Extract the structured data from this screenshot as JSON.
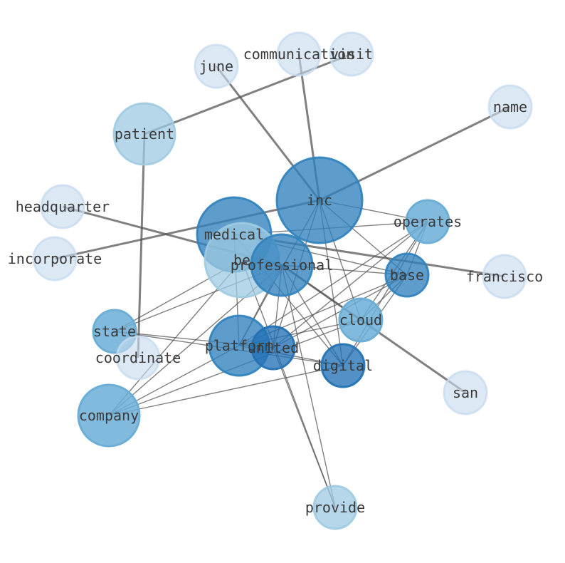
{
  "chart_data": {
    "type": "network",
    "title": "",
    "colors": {
      "very_light": "#c6dbef",
      "light": "#9ecae1",
      "medium": "#6baed6",
      "dark": "#3182bd",
      "darker": "#2171b5",
      "edge": "#555555",
      "label": "#3a3a3a"
    },
    "nodes": [
      {
        "id": "communication",
        "label": "communication",
        "shade": "very_light",
        "weight": 1
      },
      {
        "id": "visit",
        "label": "visit",
        "shade": "very_light",
        "weight": 1
      },
      {
        "id": "june",
        "label": "june",
        "shade": "very_light",
        "weight": 1
      },
      {
        "id": "name",
        "label": "name",
        "shade": "very_light",
        "weight": 1
      },
      {
        "id": "patient",
        "label": "patient",
        "shade": "light",
        "weight": 2
      },
      {
        "id": "headquarter",
        "label": "headquarter",
        "shade": "very_light",
        "weight": 1
      },
      {
        "id": "incorporate",
        "label": "incorporate",
        "shade": "very_light",
        "weight": 1
      },
      {
        "id": "inc",
        "label": "inc",
        "shade": "dark",
        "weight": 11
      },
      {
        "id": "operates",
        "label": "operates",
        "shade": "medium",
        "weight": 6
      },
      {
        "id": "medical",
        "label": "medical",
        "shade": "dark",
        "weight": 6
      },
      {
        "id": "be",
        "label": "be",
        "shade": "light",
        "weight": 4
      },
      {
        "id": "professional",
        "label": "professional",
        "shade": "dark",
        "weight": 9
      },
      {
        "id": "base",
        "label": "base",
        "shade": "dark",
        "weight": 7
      },
      {
        "id": "francisco",
        "label": "francisco",
        "shade": "very_light",
        "weight": 1
      },
      {
        "id": "cloud",
        "label": "cloud",
        "shade": "medium",
        "weight": 6
      },
      {
        "id": "state",
        "label": "state",
        "shade": "medium",
        "weight": 5
      },
      {
        "id": "coordinate",
        "label": "coordinate",
        "shade": "very_light",
        "weight": 1
      },
      {
        "id": "platform",
        "label": "platform",
        "shade": "dark",
        "weight": 7
      },
      {
        "id": "united",
        "label": "united",
        "shade": "darker",
        "weight": 6
      },
      {
        "id": "digital",
        "label": "digital",
        "shade": "darker",
        "weight": 8
      },
      {
        "id": "company",
        "label": "company",
        "shade": "medium",
        "weight": 4
      },
      {
        "id": "san",
        "label": "san",
        "shade": "very_light",
        "weight": 1
      },
      {
        "id": "provide",
        "label": "provide",
        "shade": "light",
        "weight": 2
      }
    ],
    "edges": [
      {
        "source": "communication",
        "target": "inc",
        "weight": 2
      },
      {
        "source": "visit",
        "target": "patient",
        "weight": 2
      },
      {
        "source": "june",
        "target": "inc",
        "weight": 2
      },
      {
        "source": "name",
        "target": "inc",
        "weight": 2
      },
      {
        "source": "incorporate",
        "target": "inc",
        "weight": 2
      },
      {
        "source": "patient",
        "target": "coordinate",
        "weight": 2
      },
      {
        "source": "headquarter",
        "target": "professional",
        "weight": 2
      },
      {
        "source": "francisco",
        "target": "medical",
        "weight": 2
      },
      {
        "source": "san",
        "target": "professional",
        "weight": 2
      },
      {
        "source": "inc",
        "target": "operates",
        "weight": 1
      },
      {
        "source": "inc",
        "target": "base",
        "weight": 1
      },
      {
        "source": "inc",
        "target": "cloud",
        "weight": 1
      },
      {
        "source": "inc",
        "target": "digital",
        "weight": 1
      },
      {
        "source": "inc",
        "target": "platform",
        "weight": 1
      },
      {
        "source": "inc",
        "target": "united",
        "weight": 1
      },
      {
        "source": "operates",
        "target": "medical",
        "weight": 1
      },
      {
        "source": "operates",
        "target": "cloud",
        "weight": 1
      },
      {
        "source": "operates",
        "target": "digital",
        "weight": 1
      },
      {
        "source": "operates",
        "target": "platform",
        "weight": 1
      },
      {
        "source": "operates",
        "target": "united",
        "weight": 1
      },
      {
        "source": "operates",
        "target": "base",
        "weight": 1
      },
      {
        "source": "medical",
        "target": "base",
        "weight": 1
      },
      {
        "source": "medical",
        "target": "platform",
        "weight": 1
      },
      {
        "source": "medical",
        "target": "digital",
        "weight": 1
      },
      {
        "source": "professional",
        "target": "base",
        "weight": 1
      },
      {
        "source": "professional",
        "target": "cloud",
        "weight": 1
      },
      {
        "source": "professional",
        "target": "digital",
        "weight": 1
      },
      {
        "source": "professional",
        "target": "united",
        "weight": 1
      },
      {
        "source": "professional",
        "target": "platform",
        "weight": 1
      },
      {
        "source": "professional",
        "target": "state",
        "weight": 1
      },
      {
        "source": "professional",
        "target": "provide",
        "weight": 1
      },
      {
        "source": "professional",
        "target": "company",
        "weight": 1
      },
      {
        "source": "be",
        "target": "company",
        "weight": 1
      },
      {
        "source": "be",
        "target": "state",
        "weight": 1
      },
      {
        "source": "be",
        "target": "provide",
        "weight": 1
      },
      {
        "source": "base",
        "target": "cloud",
        "weight": 1
      },
      {
        "source": "base",
        "target": "digital",
        "weight": 1
      },
      {
        "source": "base",
        "target": "platform",
        "weight": 1
      },
      {
        "source": "base",
        "target": "united",
        "weight": 1
      },
      {
        "source": "cloud",
        "target": "platform",
        "weight": 1
      },
      {
        "source": "cloud",
        "target": "company",
        "weight": 1
      },
      {
        "source": "state",
        "target": "digital",
        "weight": 1
      },
      {
        "source": "state",
        "target": "united",
        "weight": 1
      },
      {
        "source": "platform",
        "target": "digital",
        "weight": 1
      },
      {
        "source": "platform",
        "target": "company",
        "weight": 1
      },
      {
        "source": "united",
        "target": "provide",
        "weight": 1
      },
      {
        "source": "digital",
        "target": "company",
        "weight": 1
      }
    ]
  }
}
